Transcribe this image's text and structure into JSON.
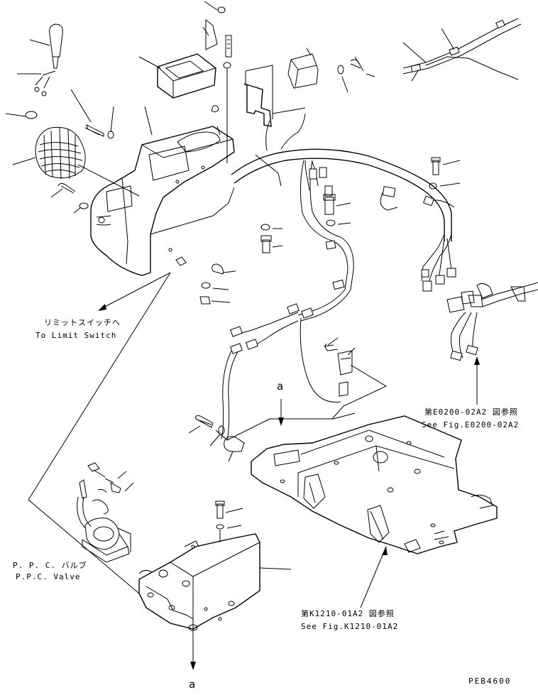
{
  "labels": {
    "limit_switch_jp": "リミットスイッチへ",
    "limit_switch_en": "To Limit Switch",
    "ppc_valve_jp": "P. P. C. バルブ",
    "ppc_valve_en": "P.P.C. Valve",
    "ref_e0200_jp": "第E0200-02A2 図参照",
    "ref_e0200_en": "See Fig.E0200-02A2",
    "ref_k1210_jp": "第K1210-01A2 図参照",
    "ref_k1210_en": "See Fig.K1210-01A2",
    "arrow_a_top": "a",
    "arrow_a_bottom": "a",
    "drawing_code": "PEB4600"
  },
  "icons": {
    "arrows": "arrow-icon",
    "parts": "part-icon"
  }
}
